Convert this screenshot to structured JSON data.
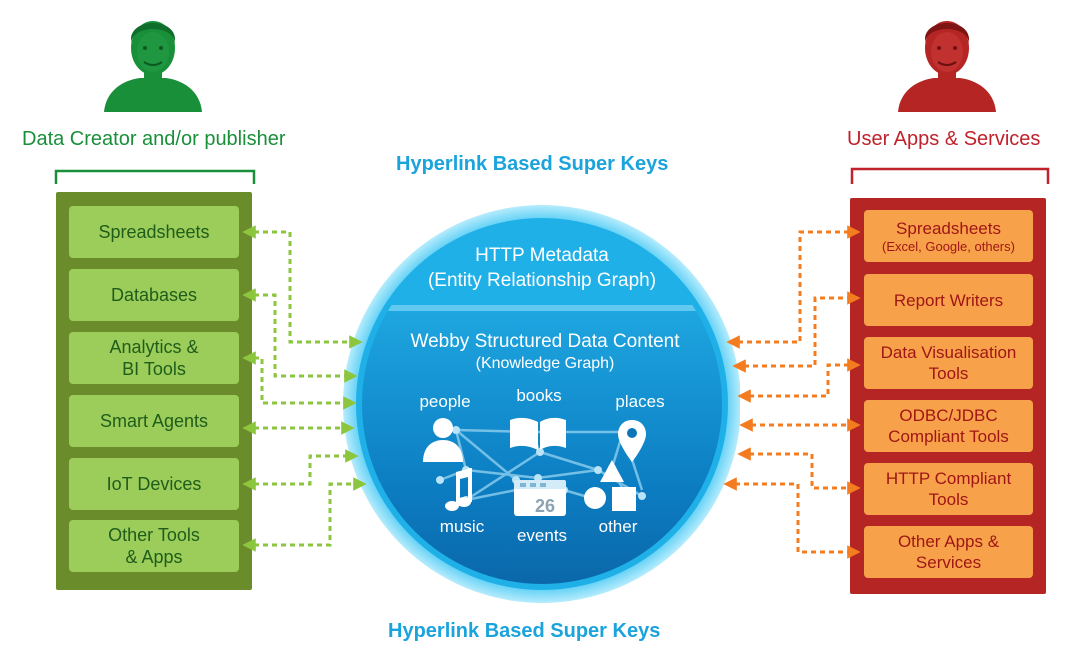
{
  "super_keys": {
    "top": "Hyperlink Based Super Keys",
    "bottom": "Hyperlink Based Super Keys"
  },
  "left": {
    "caption": "Data Creator and/or publisher",
    "accent": "#1a8f3a",
    "person_icon": "person-icon",
    "items": [
      "Spreadsheets",
      "Databases",
      "Analytics &\nBI Tools",
      "Smart Agents",
      "IoT Devices",
      "Other Tools\n& Apps"
    ]
  },
  "right": {
    "caption": "User Apps & Services",
    "accent": "#c0212a",
    "person_icon": "person-icon",
    "items": [
      {
        "label": "Spreadsheets",
        "sub": "(Excel, Google, others)"
      },
      {
        "label": "Report Writers",
        "sub": ""
      },
      {
        "label": "Data Visualisation\nTools",
        "sub": ""
      },
      {
        "label": "ODBC/JDBC\nCompliant Tools",
        "sub": ""
      },
      {
        "label": "HTTP Compliant\nTools",
        "sub": ""
      },
      {
        "label": "Other Apps &\nServices",
        "sub": ""
      }
    ]
  },
  "center": {
    "outer_title": "HTTP Metadata",
    "outer_subtitle": "(Entity Relationship Graph)",
    "inner_title": "Webby Structured Data Content",
    "inner_subtitle": "(Knowledge Graph)",
    "nodes": [
      {
        "label": "people",
        "icon": "person-icon"
      },
      {
        "label": "books",
        "icon": "book-icon"
      },
      {
        "label": "places",
        "icon": "map-pin-icon"
      },
      {
        "label": "music",
        "icon": "music-note-icon"
      },
      {
        "label": "events",
        "icon": "calendar-icon"
      },
      {
        "label": "other",
        "icon": "shapes-icon"
      }
    ],
    "calendar_day": "26"
  },
  "colors": {
    "super_key": "#1ba3dc",
    "left_panel": "#6b8c2b",
    "left_box": "#9ccd5a",
    "left_arrow": "#8cc63f",
    "right_panel": "#b42524",
    "right_box": "#f7a24a",
    "right_arrow": "#f47c20",
    "circle_outer": "#29b6ec",
    "circle_inner": "#0d76b8"
  }
}
